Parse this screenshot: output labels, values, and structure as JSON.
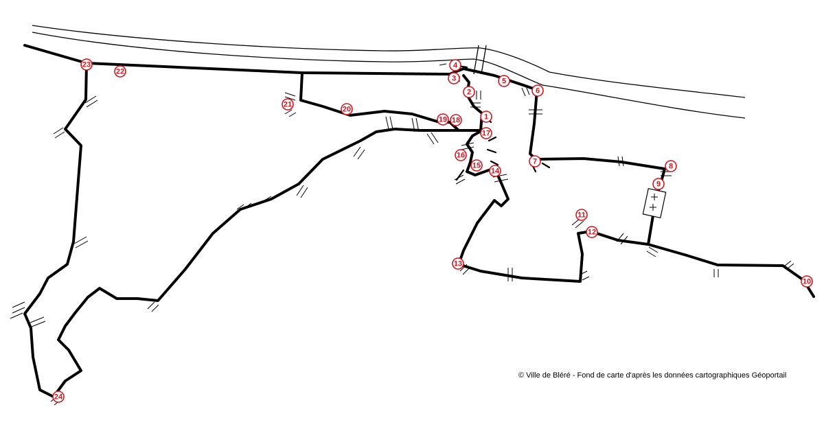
{
  "map": {
    "credit": "© Ville de Bléré - Fond de carte d'après les données cartographiques Géoportail",
    "marker_color": "#d4141d",
    "markers": [
      {
        "label": "1"
      },
      {
        "label": "2"
      },
      {
        "label": "3"
      },
      {
        "label": "4"
      },
      {
        "label": "5"
      },
      {
        "label": "6"
      },
      {
        "label": "7"
      },
      {
        "label": "8"
      },
      {
        "label": "9"
      },
      {
        "label": "10"
      },
      {
        "label": "11"
      },
      {
        "label": "12"
      },
      {
        "label": "13"
      },
      {
        "label": "14"
      },
      {
        "label": "15"
      },
      {
        "label": "16"
      },
      {
        "label": "17"
      },
      {
        "label": "18"
      },
      {
        "label": "19"
      },
      {
        "label": "20"
      },
      {
        "label": "21"
      },
      {
        "label": "22"
      },
      {
        "label": "23"
      },
      {
        "label": "24"
      }
    ]
  }
}
